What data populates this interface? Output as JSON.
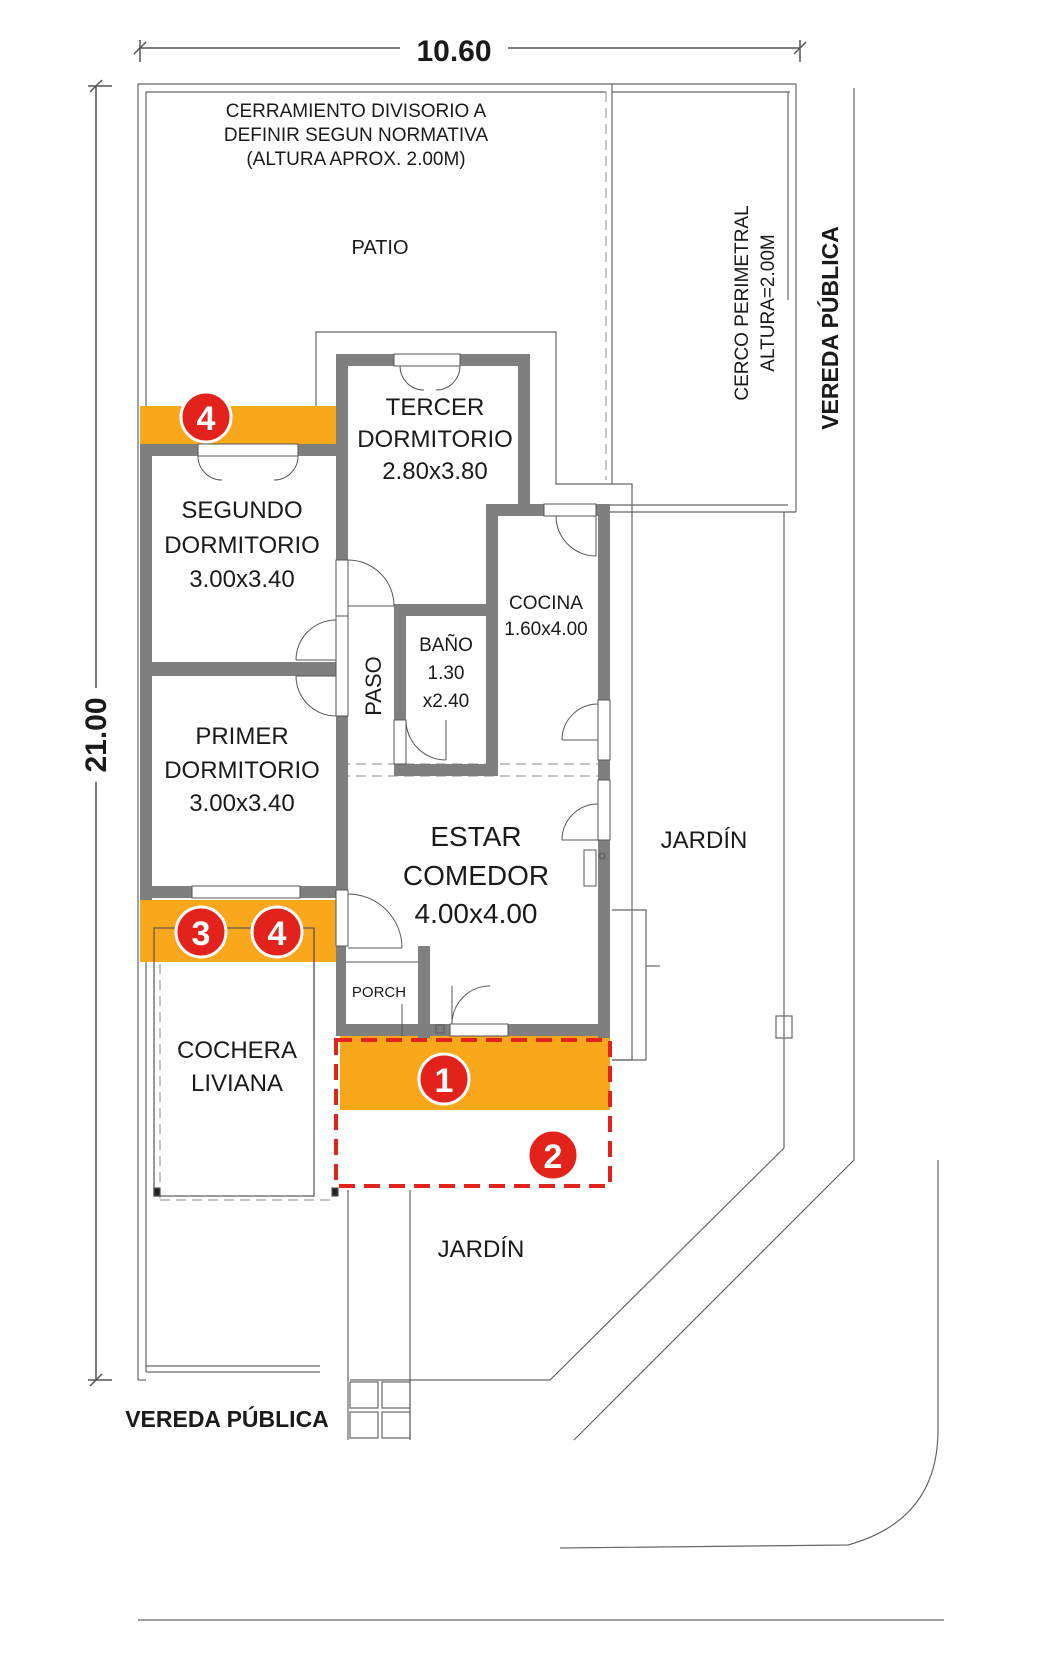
{
  "dimensions": {
    "width": "10.60",
    "height": "21.00"
  },
  "notes": {
    "cerramiento": [
      "CERRAMIENTO DIVISORIO A",
      "DEFINIR SEGUN NORMATIVA",
      "(ALTURA APROX. 2.00M)"
    ],
    "cerco": [
      "CERCO PERIMETRAL",
      "ALTURA=2.00M"
    ]
  },
  "rooms": {
    "patio": "PATIO",
    "tercer": [
      "TERCER",
      "DORMITORIO",
      "2.80x3.80"
    ],
    "segundo": [
      "SEGUNDO",
      "DORMITORIO",
      "3.00x3.40"
    ],
    "primer": [
      "PRIMER",
      "DORMITORIO",
      "3.00x3.40"
    ],
    "cocina": [
      "COCINA",
      "1.60x4.00"
    ],
    "bano": [
      "BAÑO",
      "1.30",
      "x2.40"
    ],
    "paso": "PASO",
    "estar": [
      "ESTAR",
      "COMEDOR",
      "4.00x4.00"
    ],
    "porch": "PORCH",
    "cochera": [
      "COCHERA",
      "LIVIANA"
    ],
    "jardin_right": "JARDÍN",
    "jardin_bottom": "JARDÍN"
  },
  "streets": {
    "right": "VEREDA PÚBLICA",
    "bottom": "VEREDA PÚBLICA"
  },
  "badges": [
    "4",
    "3",
    "4",
    "1",
    "2"
  ],
  "colors": {
    "wall": "#7f7f7f",
    "highlight": "#f9a81b",
    "badge": "#e3221b",
    "dashed_outline": "#e3221b",
    "line": "#555555"
  }
}
